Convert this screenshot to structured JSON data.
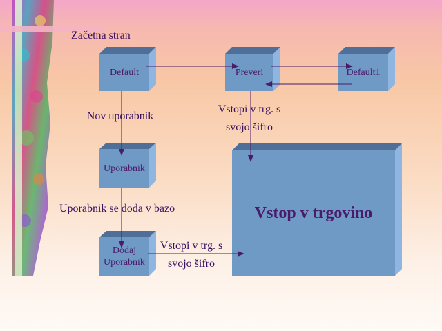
{
  "title": "Začetna stran",
  "boxes": {
    "default": "Default",
    "preveri": "Preveri",
    "default1": "Default1",
    "uporabnik": "Uporabnik",
    "dodaj_line1": "Dodaj",
    "dodaj_line2": "Uporabnik",
    "trgovina": "Vstop v trgovino"
  },
  "labels": {
    "nov_uporabnik": "Nov uporabnik",
    "vstopi_top_line1": "Vstopi v trg. s",
    "vstopi_top_line2": "svojo šifro",
    "doda_v_bazo": "Uporabnik se doda v bazo",
    "vstopi_bottom_line1": "Vstopi v trg. s",
    "vstopi_bottom_line2": "svojo šifro"
  },
  "colors": {
    "box_front": "#6f9ac6",
    "box_top": "#4f6f98",
    "box_side": "#8fb6e0",
    "text": "#4b1a6b",
    "arrow": "#4b1a6b"
  }
}
